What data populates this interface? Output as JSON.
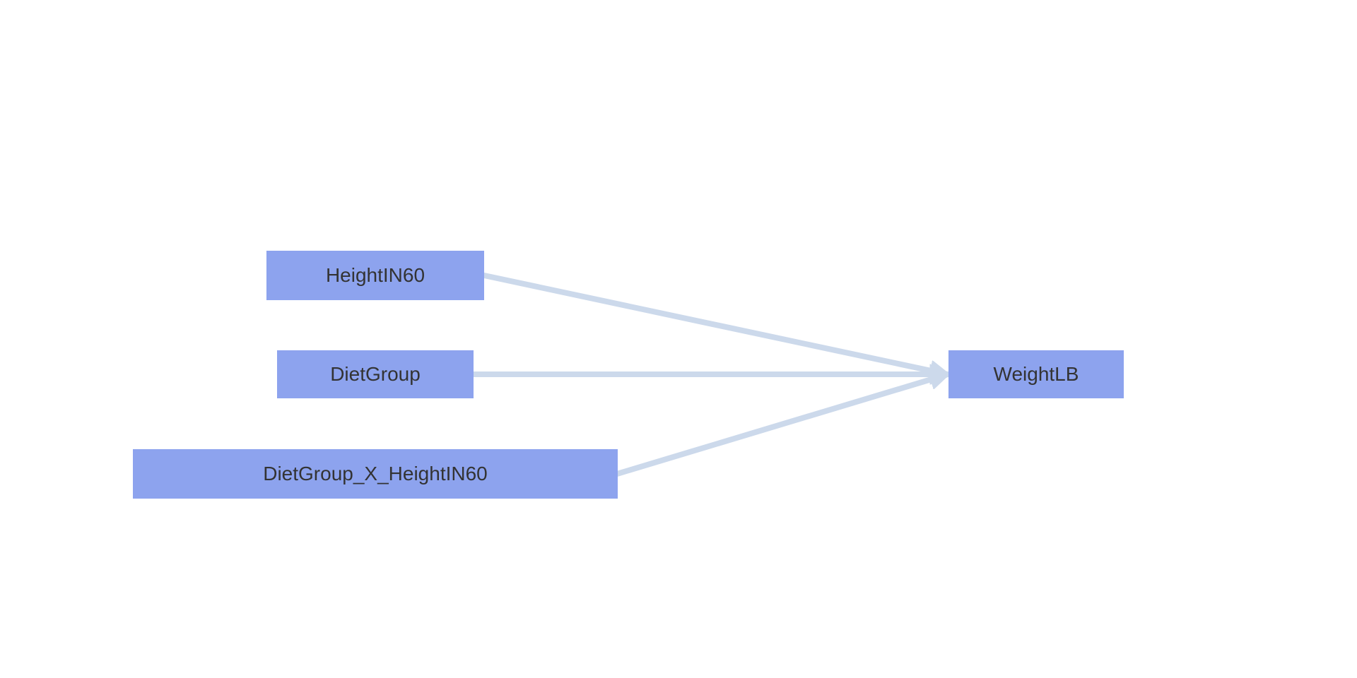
{
  "page": {
    "background_color": "#ffffff"
  },
  "diagram": {
    "type": "path-diagram",
    "description": "Regression effect diagram: three predictor nodes with arrows pointing to one outcome node",
    "node_fill_color": "#8da3ee",
    "edge_color": "#ccd9eb",
    "text_color": "#333333",
    "nodes": [
      {
        "id": "HeightIN60",
        "label": "HeightIN60",
        "role": "predictor"
      },
      {
        "id": "DietGroup",
        "label": "DietGroup",
        "role": "predictor"
      },
      {
        "id": "DietGroup_X_HeightIN60",
        "label": "DietGroup_X_HeightIN60",
        "role": "predictor"
      },
      {
        "id": "WeightLB",
        "label": "WeightLB",
        "role": "outcome"
      }
    ],
    "edges": [
      {
        "from": "HeightIN60",
        "to": "WeightLB",
        "directed": true
      },
      {
        "from": "DietGroup",
        "to": "WeightLB",
        "directed": true
      },
      {
        "from": "DietGroup_X_HeightIN60",
        "to": "WeightLB",
        "directed": true
      }
    ]
  }
}
